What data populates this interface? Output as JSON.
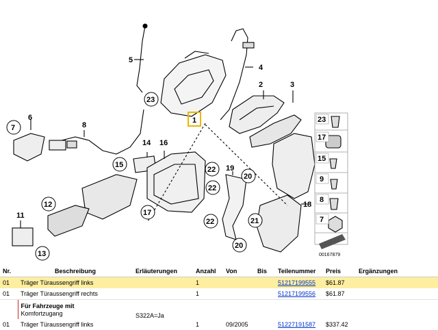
{
  "diagram": {
    "labels": {
      "n1": "1",
      "n2": "2",
      "n3": "3",
      "n4": "4",
      "n5": "5",
      "n6": "6",
      "n7": "7",
      "n8": "8",
      "n11": "11",
      "n12": "12",
      "n13": "13",
      "n14": "14",
      "n15": "15",
      "n16": "16",
      "n17": "17",
      "n18": "18",
      "n19": "19",
      "n20": "20",
      "n21": "21",
      "n22": "22",
      "n23": "23",
      "s23": "23",
      "s17": "17",
      "s15": "15",
      "s9": "9",
      "s8": "8",
      "s7": "7",
      "ref": "00167879"
    }
  },
  "table": {
    "headers": {
      "nr": "Nr.",
      "desc": "Beschreibung",
      "erl": "Erläuterungen",
      "anz": "Anzahl",
      "von": "Von",
      "bis": "Bis",
      "teil": "Teilenummer",
      "preis": "Preis",
      "erg": "Ergänzungen"
    },
    "row1": {
      "nr": "01",
      "desc": "Träger Türaussengriff links",
      "anz": "1",
      "teil": "51217199555",
      "preis": "$61.87"
    },
    "row2": {
      "nr": "01",
      "desc": "Träger Türaussengriff rechts",
      "anz": "1",
      "teil": "51217199556",
      "preis": "$61.87"
    },
    "note": {
      "title": "Für Fahrzeuge mit",
      "sub": "Komfortzugang",
      "erl": "S322A=Ja"
    },
    "row3": {
      "nr": "01",
      "desc": "Träger Türaussengriff links",
      "anz": "1",
      "von": "09/2005",
      "teil": "51227191587",
      "preis": "$337.42"
    }
  },
  "colors": {
    "highlight": "#fdeea0",
    "link": "#0033cc",
    "callout_box": "#e8b800"
  }
}
